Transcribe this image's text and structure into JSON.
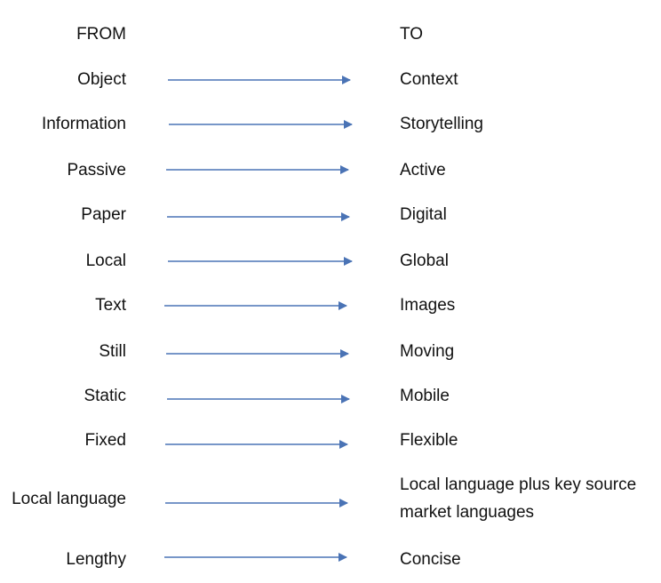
{
  "headers": {
    "from": "FROM",
    "to": "TO"
  },
  "rows": [
    {
      "from": "Object",
      "to": "Context"
    },
    {
      "from": "Information",
      "to": "Storytelling"
    },
    {
      "from": "Passive",
      "to": "Active"
    },
    {
      "from": "Paper",
      "to": "Digital"
    },
    {
      "from": "Local",
      "to": "Global"
    },
    {
      "from": "Text",
      "to": "Images"
    },
    {
      "from": "Still",
      "to": "Moving"
    },
    {
      "from": "Static",
      "to": "Mobile"
    },
    {
      "from": "Fixed",
      "to": "Flexible"
    },
    {
      "from": "Local language",
      "to": "Local language plus key source market languages"
    },
    {
      "from": "Lengthy",
      "to": "Concise"
    }
  ],
  "colors": {
    "arrow": "#4a73b5",
    "text": "#111111"
  }
}
